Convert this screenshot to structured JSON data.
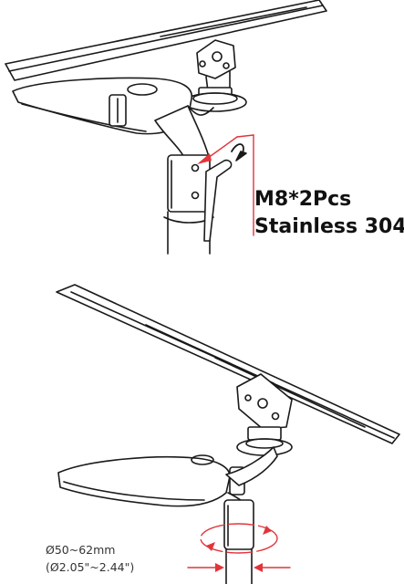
{
  "callout": {
    "bolt_spec": "M8*2Pcs",
    "material": "Stainless 304"
  },
  "dimensions": {
    "metric": "Ø50~62mm",
    "imperial": "(Ø2.05\"~2.44\")"
  },
  "colors": {
    "line": "#1a1a1a",
    "accent": "#e2343b"
  }
}
